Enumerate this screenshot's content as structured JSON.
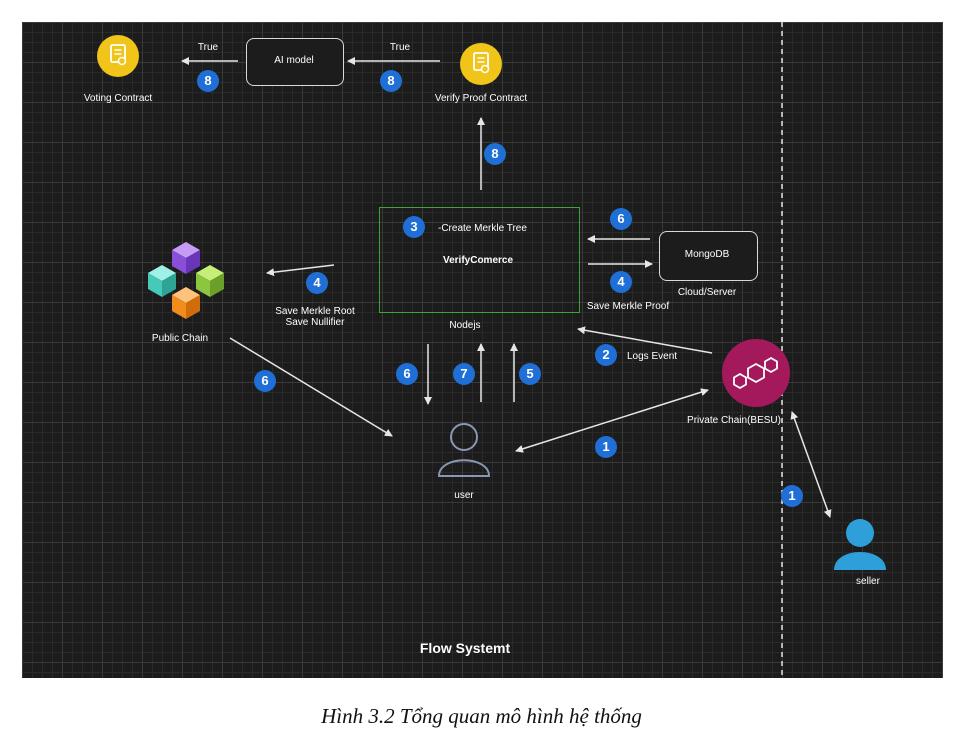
{
  "diagram": {
    "title": "Flow Systemt",
    "nodes": {
      "voting_contract": "Voting Contract",
      "ai_model": "AI model",
      "verify_proof_contract": "Verify Proof Contract",
      "verify_comerce": "VerifyComerce",
      "create_merkle": "-Create Merkle Tree",
      "nodejs": "Nodejs",
      "mongodb": "MongoDB",
      "cloud_server": "Cloud/Server",
      "public_chain": "Public Chain",
      "private_chain": "Private Chain(BESU)",
      "user": "user",
      "seller": "seller"
    },
    "edge_labels": {
      "true_left": "True",
      "true_right": "True",
      "save_merkle_root": "Save Merkle Root",
      "save_nullifier": "Save Nullifier",
      "save_merkle_proof": "Save Merkle Proof",
      "logs_event": "Logs Event"
    },
    "steps": {
      "s8a": "8",
      "s8b": "8",
      "s8c": "8",
      "s3": "3",
      "s6a": "6",
      "s4a": "4",
      "s4b": "4",
      "s2": "2",
      "s6b": "6",
      "s6c": "6",
      "s7": "7",
      "s5": "5",
      "s1a": "1",
      "s1b": "1"
    },
    "colors": {
      "background": "#1c1c1c",
      "badge": "#1f6fd6",
      "nodejs_border": "#3aa63a",
      "contract_icon": "#f0c419",
      "private_chain": "#a3195b",
      "seller": "#2e9fd8",
      "divider": "#ffffff"
    }
  },
  "caption": "Hình 3.2 Tổng quan mô hình hệ thống"
}
